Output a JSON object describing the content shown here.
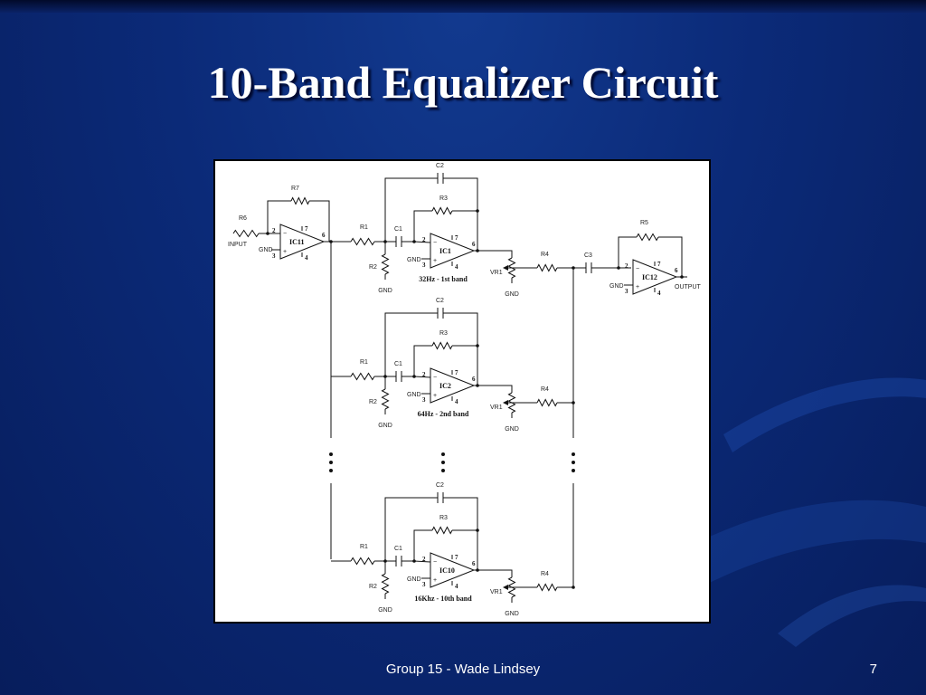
{
  "slide": {
    "title": "10-Band Equalizer Circuit",
    "footer": "Group 15 - Wade Lindsey",
    "page_number": "7"
  },
  "schematic": {
    "input_label": "INPUT",
    "output_label": "OUTPUT",
    "input_amp": {
      "chip": "IC11",
      "feedback": "R7",
      "input_resistor": "R6",
      "gnd": "GND"
    },
    "output_amp": {
      "chip": "IC12",
      "feedback": "R5",
      "input_cap": "C3",
      "gnd": "GND"
    },
    "bands": [
      {
        "chip": "IC1",
        "label": "32Hz - 1st band",
        "r1": "R1",
        "c1": "C1",
        "c2": "C2",
        "r3": "R3",
        "r2": "R2",
        "vr": "VR1",
        "r4": "R4",
        "gnd": "GND"
      },
      {
        "chip": "IC2",
        "label": "64Hz - 2nd band",
        "r1": "R1",
        "c1": "C1",
        "c2": "C2",
        "r3": "R3",
        "r2": "R2",
        "vr": "VR1",
        "r4": "R4",
        "gnd": "GND"
      },
      {
        "chip": "IC10",
        "label": "16Khz - 10th band",
        "r1": "R1",
        "c1": "C1",
        "c2": "C2",
        "r3": "R3",
        "r2": "R2",
        "vr": "VR1",
        "r4": "R4",
        "gnd": "GND"
      }
    ],
    "pins": {
      "inv": "2",
      "noninv": "3",
      "vplus": "7",
      "vminus": "4",
      "out": "6"
    }
  }
}
